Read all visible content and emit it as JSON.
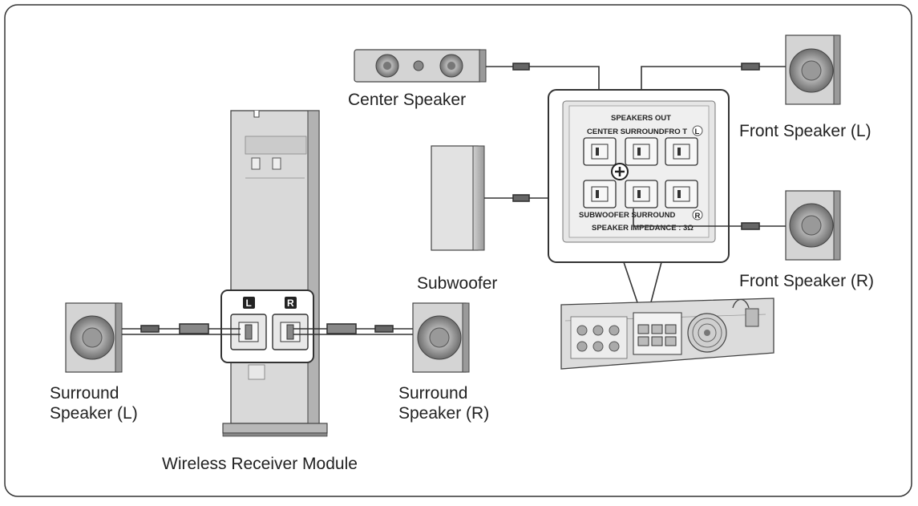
{
  "labels": {
    "center_speaker": "Center Speaker",
    "front_speaker_l": "Front Speaker (L)",
    "front_speaker_r": "Front Speaker (R)",
    "subwoofer": "Subwoofer",
    "surround_l_line1": "Surround",
    "surround_l_line2": "Speaker (L)",
    "surround_r_line1": "Surround",
    "surround_r_line2": "Speaker (R)",
    "wireless_module": "Wireless Receiver Module"
  },
  "panel": {
    "title": "SPEAKERS OUT",
    "top_row": "CENTER SURROUNDFRO T",
    "bottom_row": "SUBWOOFER SURROUND",
    "impedance": "SPEAKER IMPEDANCE : 3Ω",
    "corner_l": "L",
    "corner_r": "R"
  },
  "module_badges": {
    "left": "L",
    "right": "R"
  },
  "colors": {
    "line": "#333333",
    "panel_bg": "#e6e6e6",
    "speaker_fill": "#d9d9d9"
  }
}
